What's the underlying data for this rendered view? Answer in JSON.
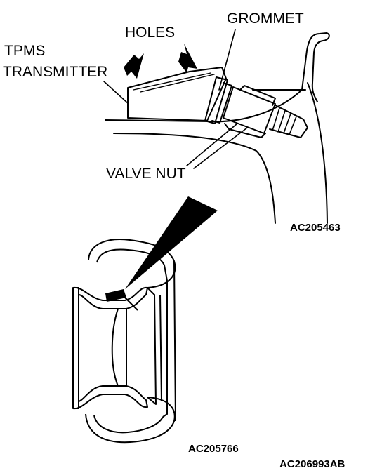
{
  "labels": {
    "tpms_line1": "TPMS",
    "tpms_line2": "TRANSMITTER",
    "holes": "HOLES",
    "grommet": "GROMMET",
    "valve_nut": "VALVE NUT"
  },
  "codes": {
    "detail": "AC205463",
    "wheel": "AC205766",
    "figure": "AC206993AB"
  },
  "colors": {
    "ink": "#000000",
    "paper": "#ffffff"
  }
}
